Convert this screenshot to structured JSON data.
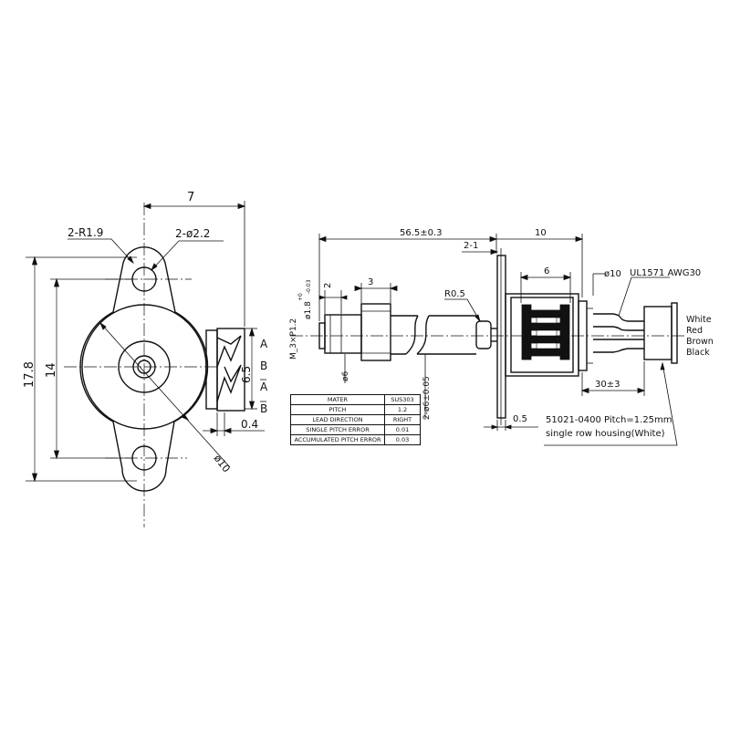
{
  "left_view": {
    "dim_width": "7",
    "dim_height_total": "17.8",
    "dim_mount_spacing": "14",
    "dim_radius": "2-R1.9",
    "dim_hole": "2-ø2.2",
    "dim_terminal_span": "6.5",
    "dim_terminal_thickness": "0.4",
    "dim_body_diameter": "ø10",
    "phase_labels": [
      "A",
      "B",
      "A",
      "B"
    ]
  },
  "side_view": {
    "dim_screw_length": "56.5±0.3",
    "dim_motor_length": "10",
    "dim_2_1": "2-1",
    "dim_6": "6",
    "dim_3": "3",
    "dim_2": "2",
    "dim_small_shaft": "ø1.8",
    "dim_small_shaft_tol_upper": "+0",
    "dim_small_shaft_tol_lower": "-0.03",
    "dim_thread": "M_3×P1.2",
    "dim_radius": "R0.5",
    "dim_nut_diameter": "ø6",
    "dim_shaft": "2-ø6±0.05",
    "dim_flange": "0.5",
    "dim_can": "ø10",
    "dim_lead_length": "30±3",
    "wire_spec": "UL1571 AWG30",
    "wire_colors": [
      "White",
      "Red",
      "Brown",
      "Black"
    ],
    "connector_line1": "51021-0400 Pitch=1.25mm",
    "connector_line2": "single row housing(White)"
  },
  "spec_table": [
    {
      "label": "MATER",
      "value": "SUS303"
    },
    {
      "label": "PITCH",
      "value": "1.2"
    },
    {
      "label": "LEAD DIRECTION",
      "value": "RIGHT"
    },
    {
      "label": "SINGLE PITCH ERROR",
      "value": "0.01"
    },
    {
      "label": "ACCUMULATED PITCH ERROR",
      "value": "0.03"
    }
  ]
}
